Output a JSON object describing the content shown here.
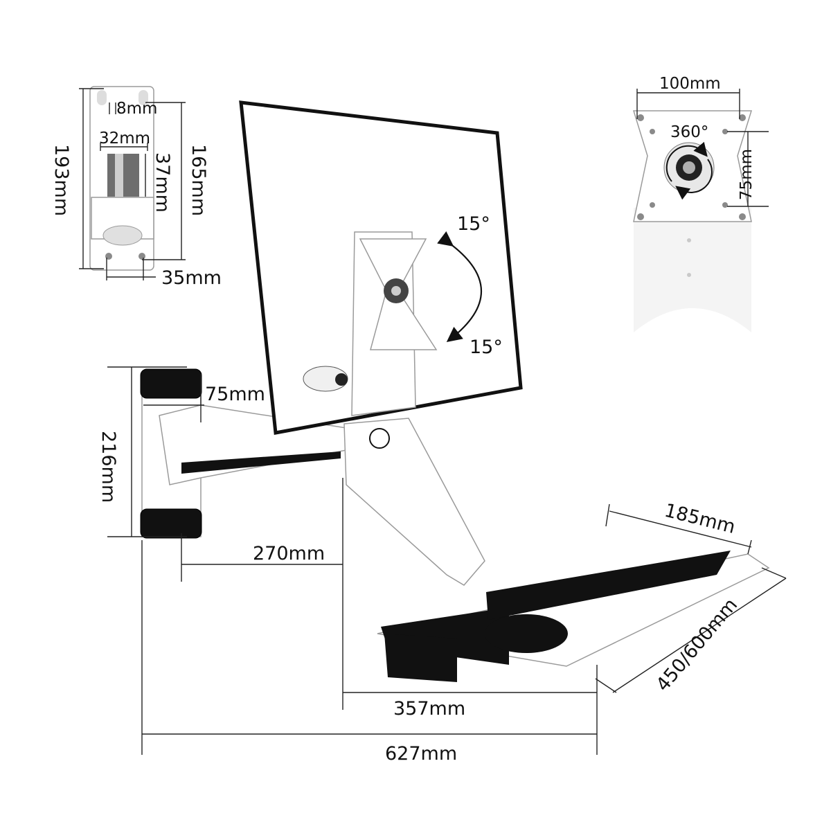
{
  "colors": {
    "line": "#222222",
    "metal": "#ffffff",
    "accent_dark": "#111111"
  },
  "icons": [
    "rotation-arrow-icon",
    "swivel-arrow-icon"
  ],
  "dimensions": {
    "clamp_height": "193mm",
    "clamp_inner_height": "165mm",
    "clamp_slot_width": "8mm",
    "clamp_pole_width": "32mm",
    "clamp_pole_height": "37mm",
    "clamp_base_width": "35mm",
    "vesa_width": "100mm",
    "vesa_height": "75mm",
    "rotation": "360°",
    "tilt_up": "15°",
    "tilt_down": "15°",
    "arm_depth": "75mm",
    "wall_plate_height": "216mm",
    "arm_reach": "270mm",
    "tray_width": "185mm",
    "tray_length": "450/600mm",
    "tray_reach": "357mm",
    "total_reach": "627mm"
  }
}
